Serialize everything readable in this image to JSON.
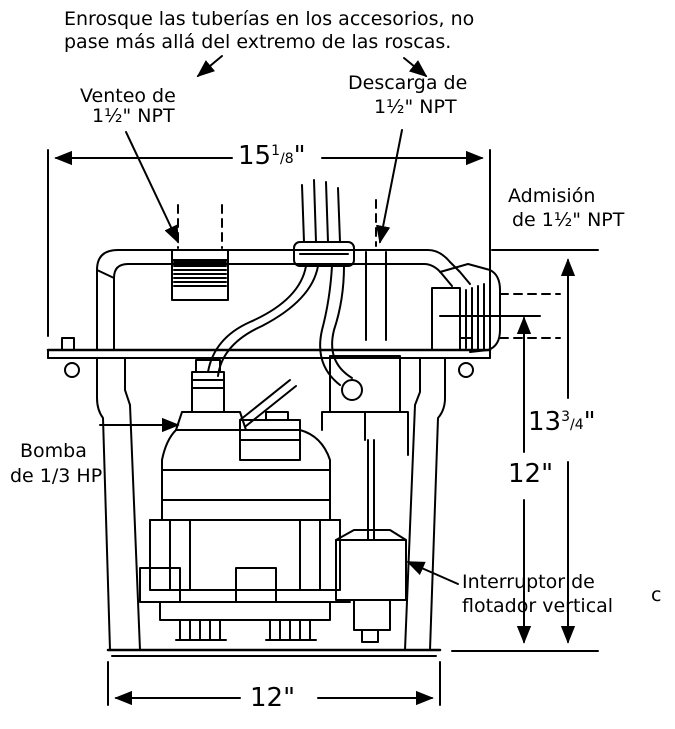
{
  "labels": {
    "instruction_line1": "Enrosque las tuberías en los accesorios, no",
    "instruction_line2": "pase más allá del extremo de las roscas.",
    "vent_line1": "Venteo de",
    "vent_line2": "1½\" NPT",
    "discharge_line1": "Descarga de",
    "discharge_line2": "1½\" NPT",
    "inlet_line1": "Admisión",
    "inlet_line2": "de 1½\" NPT",
    "pump_line1": "Bomba",
    "pump_line2": "de 1/3 HP",
    "switch_line1": "Interruptor de",
    "switch_line2": "flotador vertical",
    "stray": "c"
  },
  "dimensions": {
    "overall_width": {
      "whole": "15",
      "num": "1",
      "den": "8",
      "unit": "\""
    },
    "overall_height": {
      "whole": "13",
      "num": "3",
      "den": "4",
      "unit": "\""
    },
    "inlet_height": "12\"",
    "base_width": "12\""
  }
}
